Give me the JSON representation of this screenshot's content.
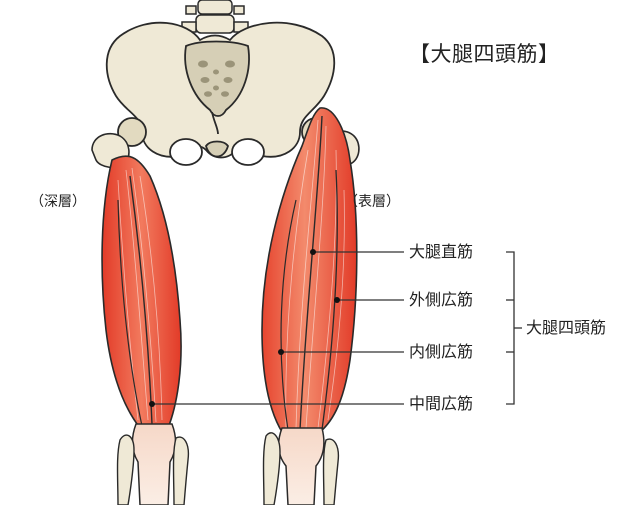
{
  "title": "【大腿四頭筋】",
  "layer_labels": {
    "deep": "（深層）",
    "superficial": "（表層）"
  },
  "muscles": [
    {
      "id": "rectus-femoris",
      "label": "大腿直筋"
    },
    {
      "id": "vastus-lateralis",
      "label": "外側広筋"
    },
    {
      "id": "vastus-medialis",
      "label": "内側広筋"
    },
    {
      "id": "vastus-intermedius",
      "label": "中間広筋"
    }
  ],
  "group_label": "大腿四頭筋",
  "colors": {
    "muscle": "#e8503a",
    "muscle_light": "#f7a184",
    "bone": "#efe9d6",
    "bone_shadow": "#cbc2a4",
    "outline": "#2a2a2a",
    "leader": "#333333"
  }
}
